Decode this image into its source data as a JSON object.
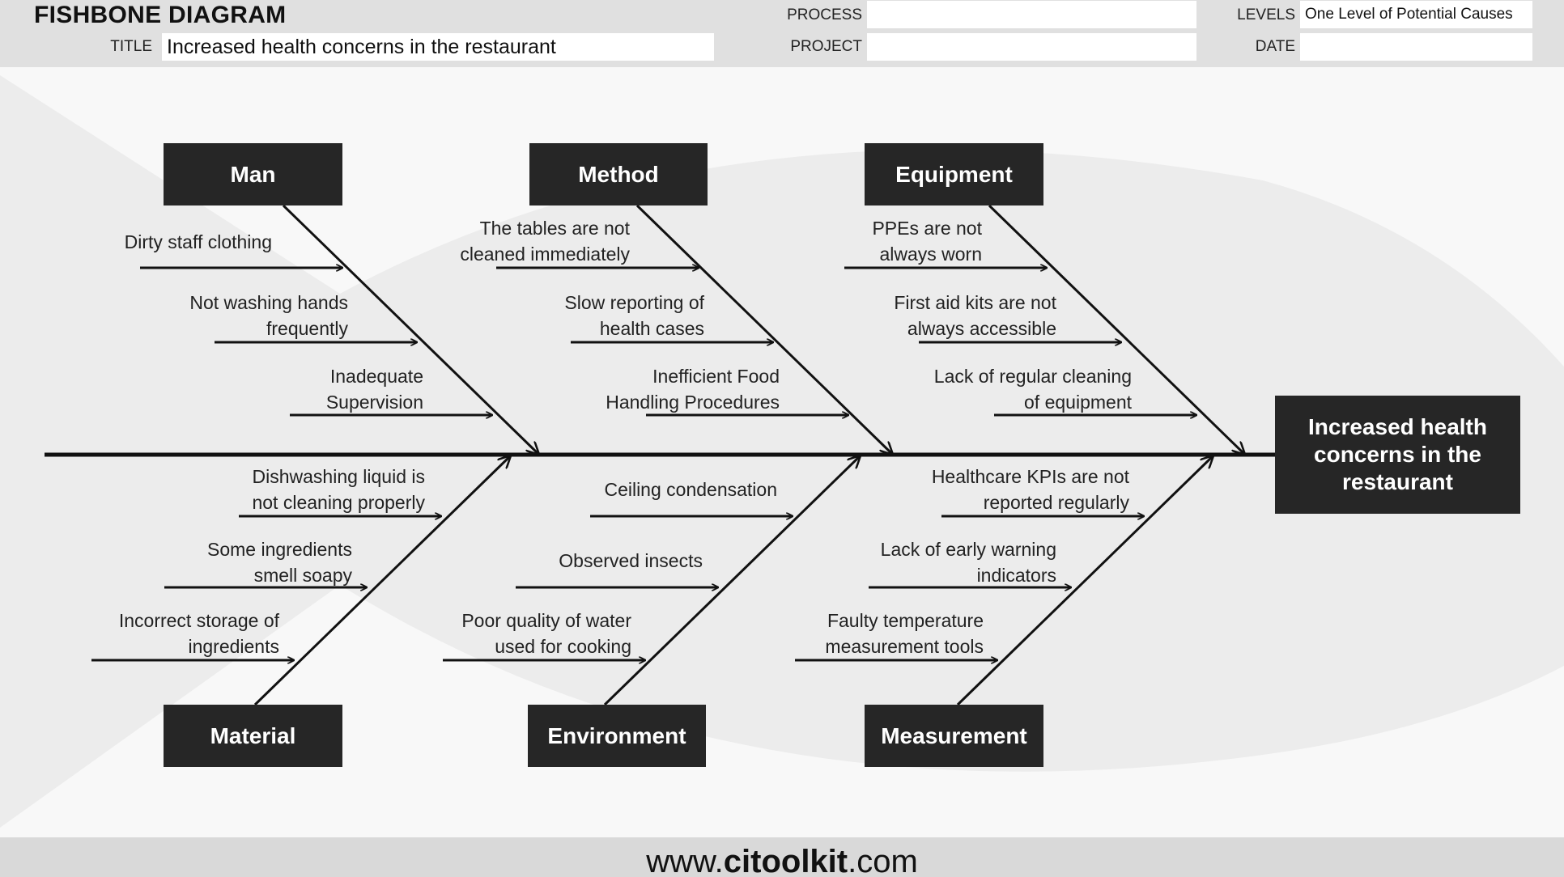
{
  "header": {
    "doc_title": "FISHBONE DIAGRAM",
    "title_label": "TITLE",
    "title_value": "Increased health concerns in the restaurant",
    "process_label": "PROCESS",
    "process_value": "",
    "project_label": "PROJECT",
    "project_value": "",
    "levels_label": "LEVELS",
    "levels_value": "One Level of Potential Causes",
    "date_label": "DATE",
    "date_value": ""
  },
  "effect": "Increased health concerns in the restaurant",
  "categories": {
    "man": {
      "label": "Man",
      "causes": [
        "Dirty staff clothing",
        "Not washing hands frequently",
        "Inadequate Supervision"
      ]
    },
    "method": {
      "label": "Method",
      "causes": [
        "The tables are not cleaned immediately",
        "Slow reporting of health cases",
        "Inefficient Food Handling Procedures"
      ]
    },
    "equipment": {
      "label": "Equipment",
      "causes": [
        "PPEs are not always worn",
        "First aid kits are not always accessible",
        "Lack of regular cleaning of equipment"
      ]
    },
    "material": {
      "label": "Material",
      "causes": [
        "Dishwashing liquid is not cleaning properly",
        "Some ingredients smell soapy",
        "Incorrect storage of ingredients"
      ]
    },
    "environment": {
      "label": "Environment",
      "causes": [
        "Ceiling condensation",
        "Observed insects",
        "Poor quality of water used for cooking"
      ]
    },
    "measurement": {
      "label": "Measurement",
      "causes": [
        "Healthcare KPIs are not reported regularly",
        "Lack of early warning indicators",
        "Faulty temperature measurement tools"
      ]
    }
  },
  "footer": {
    "site_prefix": "www.",
    "site_brand": "citoolkit",
    "site_suffix": ".com"
  }
}
